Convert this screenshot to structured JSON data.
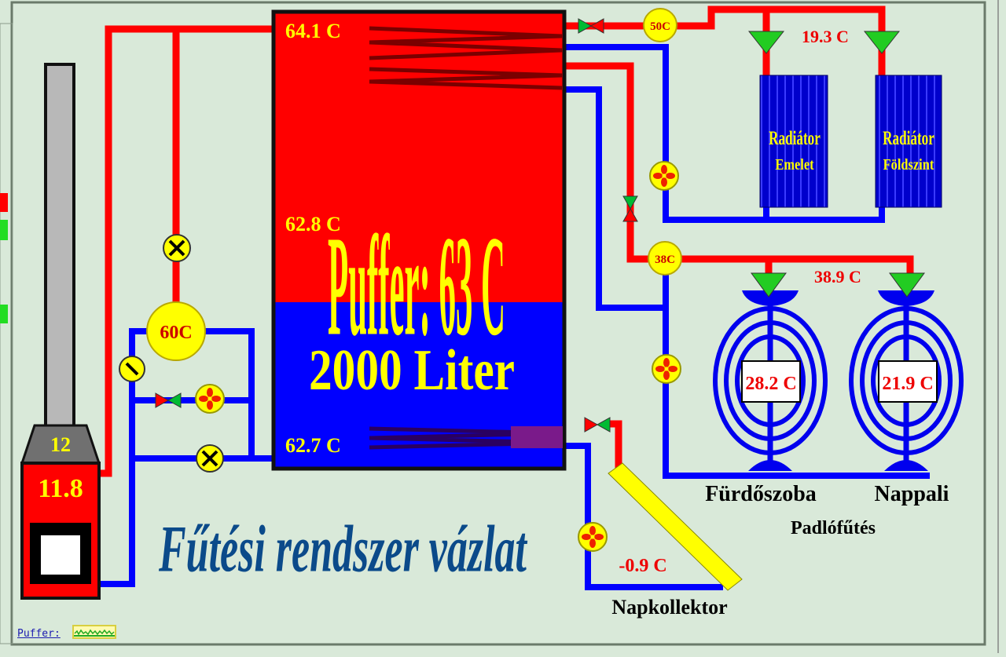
{
  "title": "Fűtési rendszer vázlat",
  "buffer": {
    "label": "Puffer: 63 C",
    "volume": "2000 Liter",
    "temp_top": "64.1 C",
    "temp_mid": "62.8 C",
    "temp_bottom": "62.7 C"
  },
  "boiler": {
    "display_top": "12",
    "display_main": "11.8"
  },
  "boiler_loop": {
    "temp": "60C"
  },
  "radiator_circuit": {
    "supply_temp": "50C",
    "return_temp": "19.3 C"
  },
  "radiators": [
    {
      "line1": "Radiátor",
      "line2": "Emelet"
    },
    {
      "line1": "Radiátor",
      "line2": "Földszint"
    }
  ],
  "floor_circuit": {
    "supply_temp": "38C",
    "line_temp": "38.9 C",
    "label": "Padlófűtés"
  },
  "floor_zones": [
    {
      "name": "Fürdőszoba",
      "temp": "28.2 C"
    },
    {
      "name": "Nappali",
      "temp": "21.9 C"
    }
  ],
  "solar": {
    "temp": "-0.9 C",
    "label": "Napkollektor"
  },
  "footer": {
    "link_label": "Puffer:"
  },
  "colors": {
    "hot": "#ff0000",
    "cold": "#0000ff",
    "text_yellow": "#ffff00",
    "pump_yellow": "#ffff00",
    "valve_green": "#00cc33",
    "title_blue": "#0b4a8a",
    "bg": "#d9e9d9"
  }
}
